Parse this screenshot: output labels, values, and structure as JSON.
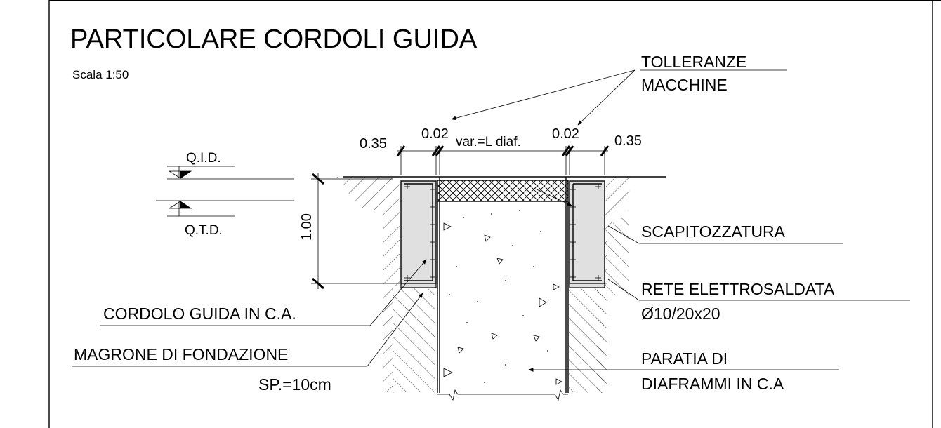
{
  "title": "PARTICOLARE CORDOLI GUIDA",
  "scale": "Scala 1:50",
  "labels": {
    "tolleranze_line1": "TOLLERANZE",
    "tolleranze_line2": "MACCHINE",
    "qid": "Q.I.D.",
    "qtd": "Q.T.D.",
    "depth": "1.00",
    "scapitozzatura": "SCAPITOZZATURA",
    "rete_line1": "RETE ELETTROSALDATA",
    "rete_line2": "Ø10/20x20",
    "cordolo": "CORDOLO GUIDA IN C.A.",
    "magrone_line1": "MAGRONE DI FONDAZIONE",
    "magrone_line2": "SP.=10cm",
    "paratia_line1": "PARATIA DI",
    "paratia_line2": "DIAFRAMMI IN C.A"
  },
  "dimensions": {
    "left_width": "0.35",
    "left_tol": "0.02",
    "middle": "var.=L diaf.",
    "right_tol": "0.02",
    "right_width": "0.35"
  },
  "colors": {
    "line": "#000000",
    "concrete_fill": "#e0e0e0",
    "background": "#ffffff"
  }
}
